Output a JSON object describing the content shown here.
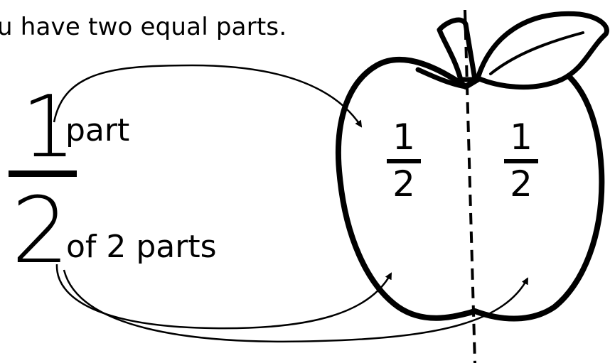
{
  "heading": "u have two equal parts.",
  "fraction": {
    "numerator": "1",
    "denominator": "2",
    "numerator_label": "part",
    "denominator_label": "of 2 parts"
  },
  "halves": [
    {
      "numerator": "1",
      "denominator": "2"
    },
    {
      "numerator": "1",
      "denominator": "2"
    }
  ]
}
